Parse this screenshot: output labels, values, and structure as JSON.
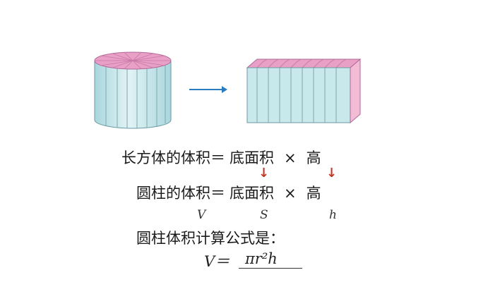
{
  "colors": {
    "side_face": "#c9e8ec",
    "side_face_dark": "#a9d6dd",
    "top_face": "#e9a0c6",
    "end_face": "#f2bcd4",
    "arrow": "#2b7bbf",
    "down_arrow": "#c0392b"
  },
  "diagram": {
    "left_shape": "cylinder-cut-into-sectors",
    "right_shape": "approximate-rectangular-prism",
    "transition_icon": "right-arrow"
  },
  "line1": {
    "label": "长方体的体积＝",
    "term1": "底面积",
    "op": "×",
    "term2": "高"
  },
  "line2": {
    "label": "圆柱的体积＝",
    "term1": "底面积",
    "op": "×",
    "term2": "高"
  },
  "symbols": {
    "v": "V",
    "s": "S",
    "h": "h"
  },
  "summary": {
    "heading": "圆柱体积计算公式是：",
    "lhs": "V＝",
    "rhs": "πr²h"
  }
}
